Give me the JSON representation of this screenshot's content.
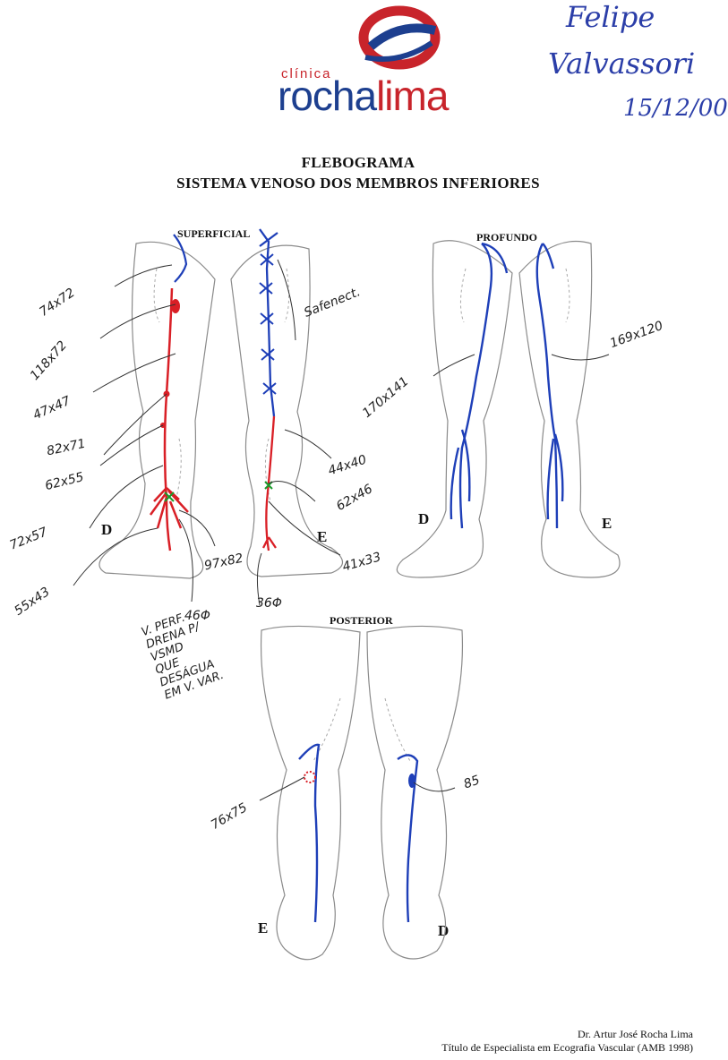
{
  "logo": {
    "small_text": "clínica",
    "brand_part1": "rocha",
    "brand_part2": "lima"
  },
  "handwriting": {
    "name_line1": "Felipe",
    "name_line2": "Valvassori",
    "date": "15/12/00"
  },
  "title": {
    "line1": "FLEBOGRAMA",
    "line2": "SISTEMA VENOSO DOS MEMBROS INFERIORES"
  },
  "diagrams": {
    "superficial": {
      "label": "SUPERFICIAL",
      "left_side": "D",
      "right_side": "E"
    },
    "profundo": {
      "label": "PROFUNDO",
      "left_side": "D",
      "right_side": "E"
    },
    "posterior": {
      "label": "POSTERIOR",
      "left_side": "E",
      "right_side": "D"
    }
  },
  "annotations": {
    "superficial": [
      "74x72",
      "118x72",
      "47x47",
      "82x71",
      "62x55",
      "72x57",
      "55x43",
      "97x82",
      "46Φ",
      "Safenect.",
      "44x40",
      "62x46",
      "41x33",
      "36Φ"
    ],
    "superficial_note": [
      "V. PERF.",
      "DRENA P/",
      "VSMD",
      "QUE",
      "DESÁGUA",
      "EM V. VAR."
    ],
    "profundo": [
      "170x141",
      "169x120"
    ],
    "posterior": [
      "76x75",
      "85"
    ]
  },
  "footer": {
    "line1": "Dr. Artur José Rocha Lima",
    "line2": "Título de Especialista em Ecografia Vascular (AMB 1998)"
  },
  "colors": {
    "vein_blue": "#1e3fb8",
    "vein_red": "#d91f26",
    "outline": "#8a8a8a",
    "marker_green": "#1a9a2a"
  }
}
